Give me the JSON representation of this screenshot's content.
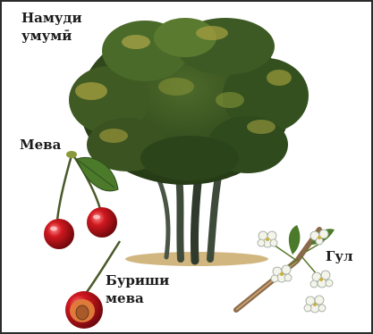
{
  "labels": {
    "whole_plant_line1": "Намуди",
    "whole_plant_line2": "умумӣ",
    "fruit": "Мева",
    "flower": "Гул",
    "cut_fruit_line1": "Буриши",
    "cut_fruit_line2": "мева"
  },
  "colors": {
    "frame": "#2b2b2b",
    "leaf_dark": "#2f4a1c",
    "leaf_mid": "#556b2f",
    "leaf_light": "#a8a040",
    "trunk": "#3e4a3a",
    "cherry_red": "#c0141c",
    "cherry_dark": "#7a0a0e",
    "cherry_flesh": "#e07a3a",
    "soil": "#c9a96a"
  }
}
